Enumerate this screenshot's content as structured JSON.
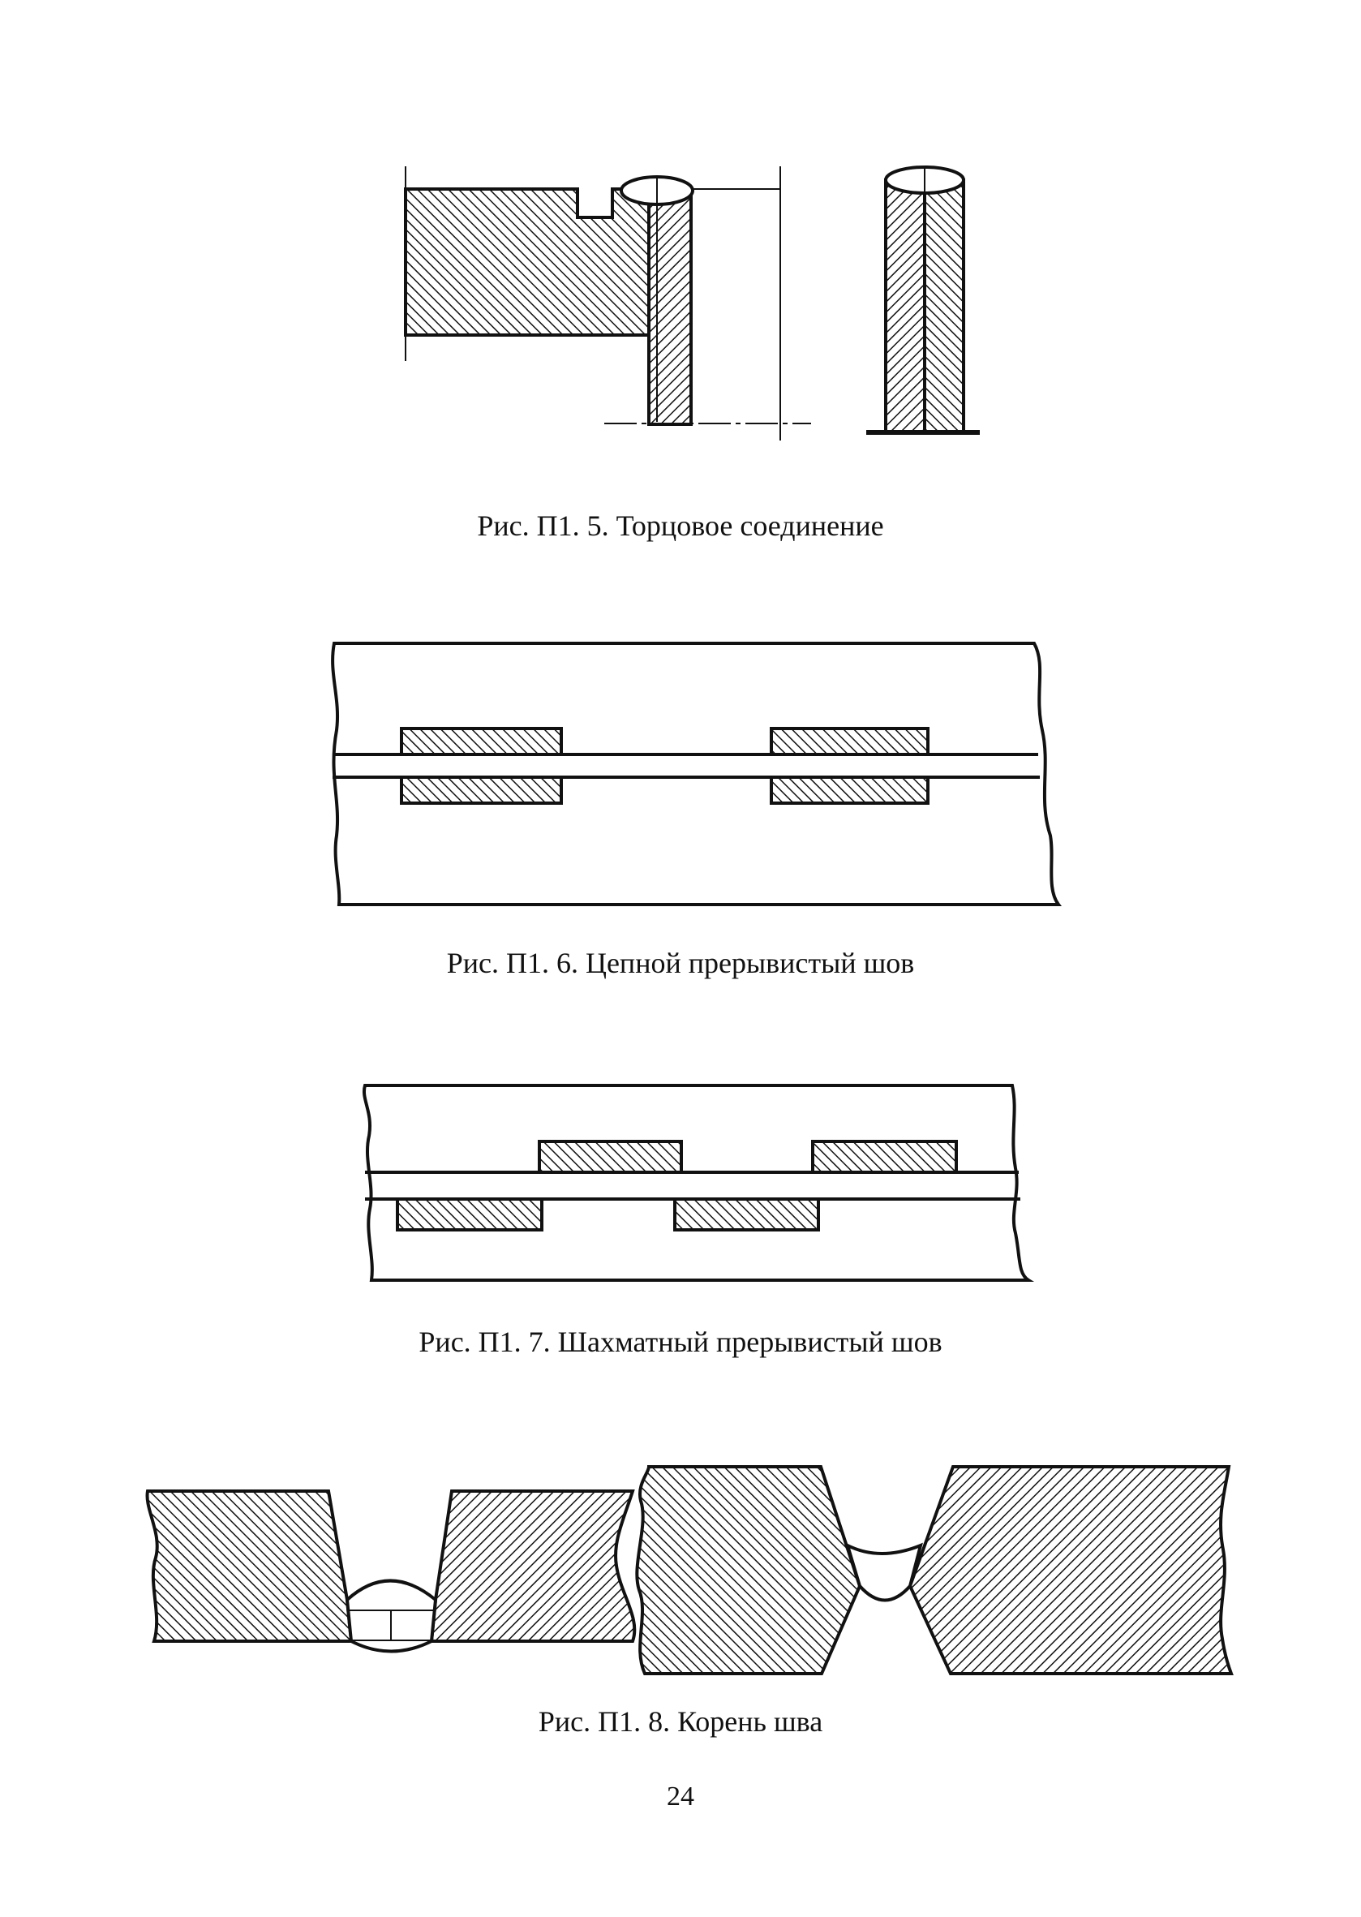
{
  "figures": [
    {
      "id": "fig-p1-5",
      "caption": "Рис. П1. 5. Торцовое соединение"
    },
    {
      "id": "fig-p1-6",
      "caption": "Рис. П1. 6. Цепной прерывистый шов"
    },
    {
      "id": "fig-p1-7",
      "caption": "Рис. П1. 7. Шахматный прерывистый шов"
    },
    {
      "id": "fig-p1-8",
      "caption": "Рис. П1. 8. Корень шва"
    }
  ],
  "page_number": "24"
}
